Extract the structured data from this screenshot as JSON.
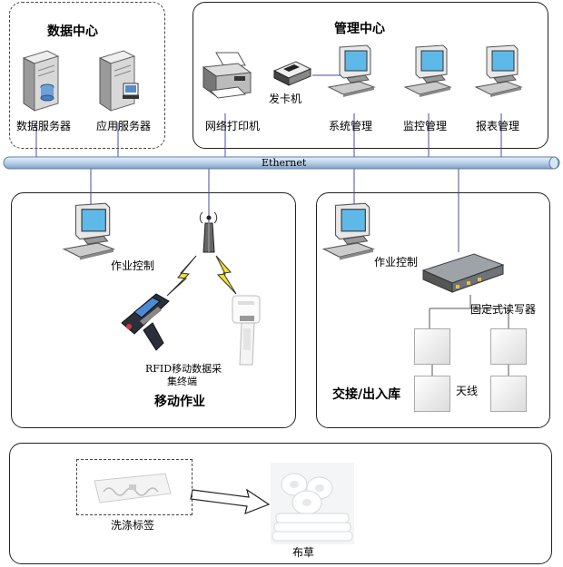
{
  "data_center": {
    "title": "数据中心",
    "data_server": "数据服务器",
    "app_server": "应用服务器"
  },
  "management_center": {
    "title": "管理中心",
    "printer": "网络打印机",
    "card_issuer": "发卡机",
    "system_mgmt": "系统管理",
    "monitor_mgmt": "监控管理",
    "report_mgmt": "报表管理"
  },
  "network": {
    "label": "Ethernet"
  },
  "mobile": {
    "control": "作业控制",
    "terminal_line1": "RFID移动数据采",
    "terminal_line2": "集终端",
    "title": "移动作业"
  },
  "handover": {
    "control": "作业控制",
    "reader": "固定式读写器",
    "antenna": "天线",
    "title": "交接/出入库"
  },
  "bottom": {
    "tag": "洗涤标签",
    "linen": "布草"
  },
  "colors": {
    "link": "#4a4aa0",
    "bus_fill": "#c9dcef",
    "bus_stroke": "#5a7fa8",
    "bolt": "#f0e030"
  }
}
